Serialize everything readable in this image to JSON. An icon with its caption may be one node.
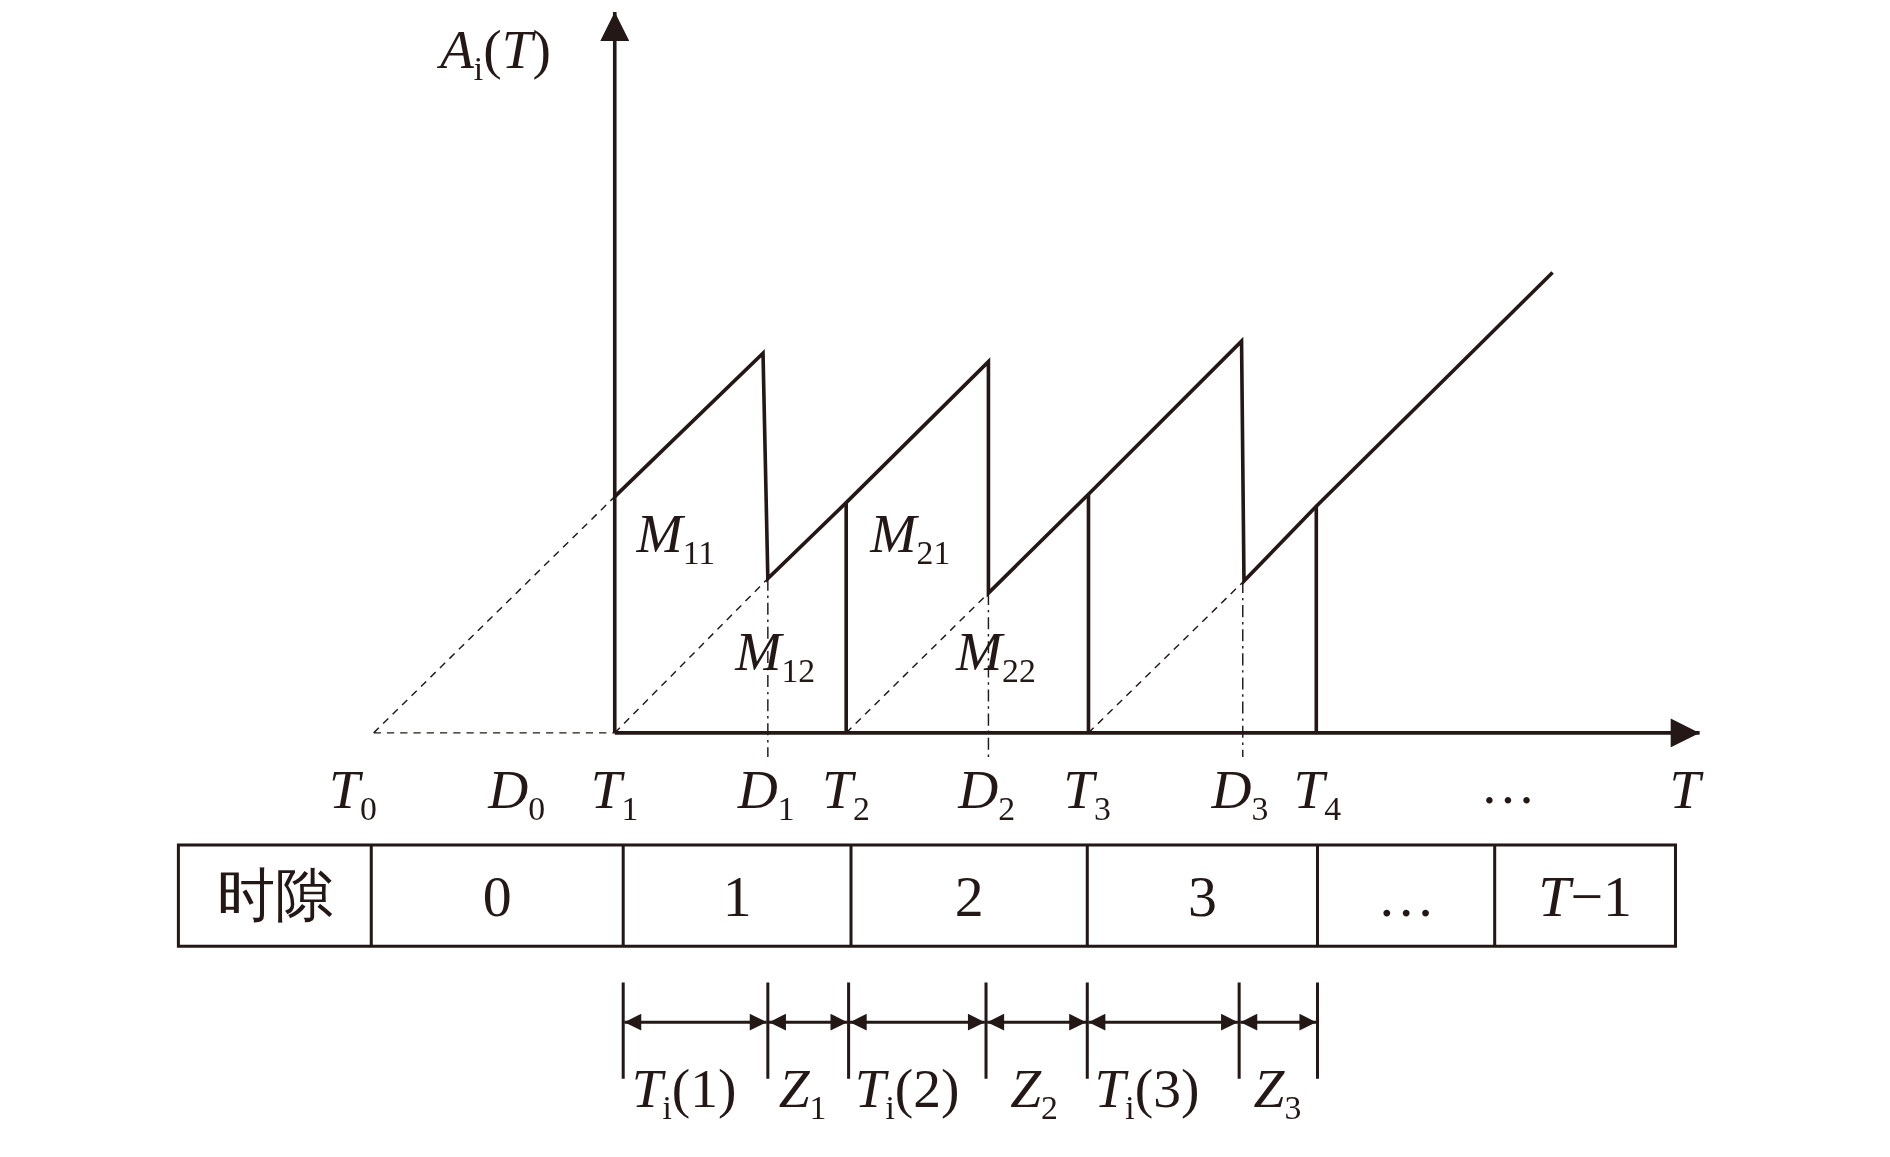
{
  "diagram": {
    "labels": [
      "*A*$_{i}$(*T*)",
      "*M*$_{11}$",
      "*M*$_{21}$",
      "*M*$_{12}$",
      "*M*$_{22}$",
      "*T*$_{0}$",
      "*D*$_{0}$",
      "*T*$_{1}$",
      "*D*$_{1}$",
      "*T*$_{2}$",
      "*D*$_{2}$",
      "*T*$_{3}$",
      "*D*$_{3}$",
      "*T*$_{4}$",
      "…",
      "*T*",
      "时隙",
      "0",
      "1",
      "2",
      "3",
      "…",
      "*T*−1",
      "*T*$_{i}$(1)",
      "*Z*$_{1}$",
      "*T*$_{i}$(2)",
      "*Z*$_{2}$",
      "*T*$_{i}$(3)",
      "*Z*$_{3}$"
    ]
  }
}
